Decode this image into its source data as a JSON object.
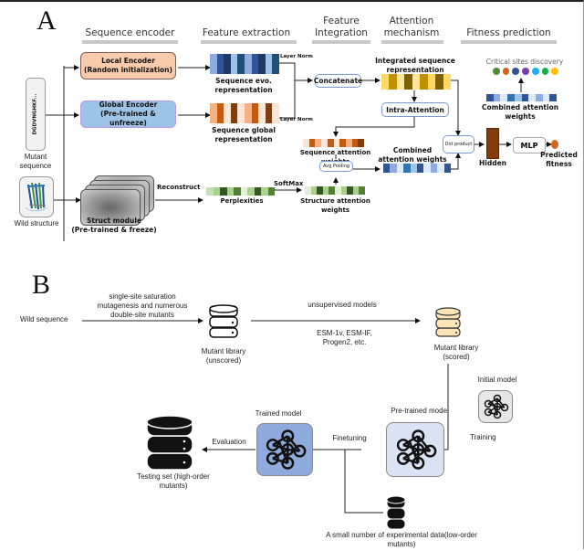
{
  "panel_a": {
    "letter": "A",
    "stages": [
      {
        "label": "Sequence encoder"
      },
      {
        "label": "Feature extraction"
      },
      {
        "label": "Feature Integration"
      },
      {
        "label": "Attention mechanism"
      },
      {
        "label": "Fitness prediction"
      }
    ],
    "inputs": {
      "sequence_text": "DGDVNGHKF...",
      "mutant_sequence_label": "Mutant sequence",
      "wild_structure_label": "Wild structure"
    },
    "local_encoder": {
      "title": "Local Encoder",
      "subtitle": "(Random initialization)"
    },
    "global_encoder": {
      "title": "Global Encoder",
      "subtitle": "(Pre-trained & unfreeze)"
    },
    "struct_module": {
      "title": "Struct module",
      "subtitle": "(Pre-trained & freeze)"
    },
    "seq_evo_label": "Sequence evo. representation",
    "seq_global_label": "Sequence global representation",
    "layer_norm_1": "Layer Norm",
    "layer_norm_2": "Layer Norm",
    "concatenate": "Concatenate",
    "integrated_label": "Integrated sequence representation",
    "intra_attention": "Intra-Attention",
    "seq_attention_label": "Sequence attention weights",
    "avg_pooling": "Avg Pooling",
    "combined_label": "Combined attention weights",
    "reconstruct": "Reconstruct",
    "perplexities": "Perplexities",
    "softmax": "SoftMax",
    "struct_attention_label": "Structure attention weights",
    "dot_product": "Dot product",
    "hidden": "Hidden",
    "mlp": "MLP",
    "predicted_fitness": "Predicted fitness",
    "critical_sites": "Critical sites discovery",
    "combined_label_top": "Combined attention weights",
    "critical_dot_colors": [
      "#4e8a3a",
      "#d8641a",
      "#2f5597",
      "#7a3ea6",
      "#1fb2ee",
      "#18b04a",
      "#ffc000"
    ],
    "colors": {
      "local_encoder_fill": "#f8cbad",
      "global_encoder_fill": "#9dc3e6",
      "node_border": "#7b9bd3",
      "hidden_fill": "#843c0c",
      "fitness_dot": "#d8641a"
    },
    "bars": {
      "seq_evo": [
        "#8faadc",
        "#2f5597",
        "#203864",
        "#9dc3e6",
        "#1f4e79",
        "#8faadc",
        "#2f5597",
        "#203864",
        "#9dc3e6",
        "#1f4e79"
      ],
      "seq_global": [
        "#f4b183",
        "#c55a11",
        "#fbe5d6",
        "#843c0c",
        "#fbe5d6",
        "#f4b183",
        "#c55a11",
        "#fbe5d6",
        "#843c0c",
        "#fbe5d6"
      ],
      "integrated": [
        "#ffd966",
        "#bf9000",
        "#ffe699",
        "#7f6000",
        "#ffe699",
        "#bf9000",
        "#ffd966",
        "#7f6000",
        "#ffd966"
      ],
      "seq_attention": [
        "#fbe5d6",
        "#c55a11",
        "#f4b183",
        "#fbe5d6",
        "#c55a11",
        "#fbe5d6",
        "#c55a11",
        "#f4b183",
        "#c55a11",
        "#843c0c"
      ],
      "combined_mid": [
        "#2f5597",
        "#8faadc",
        "#deebf7",
        "#2e75b6",
        "#9dc3e6",
        "#2f5597",
        "#deebf7",
        "#8faadc",
        "#deebf7",
        "#2f5597"
      ],
      "perplexities": [
        "#c5e0b4",
        "#a9d18e",
        "#375623",
        "#a9d18e",
        "#548235",
        "#e2f0d9",
        "#a9d18e",
        "#375623",
        "#a9d18e",
        "#548235"
      ],
      "struct_attention": [
        "#e2f0d9",
        "#a9d18e",
        "#375623",
        "#a9d18e",
        "#548235",
        "#e2f0d9",
        "#a9d18e",
        "#375623",
        "#a9d18e",
        "#548235"
      ],
      "combined_top": [
        "#2f5597",
        "#8faadc",
        "#deebf7",
        "#2e75b6",
        "#9dc3e6",
        "#2f5597",
        "#deebf7",
        "#8faadc",
        "#deebf7",
        "#2f5597"
      ]
    }
  },
  "panel_b": {
    "letter": "B",
    "wild_sequence": "Wild sequence",
    "mutagenesis_label": "single-site saturation mutagenesis and numerous double-site mutants",
    "mutant_library_unscored": "Mutant library (unscored)",
    "unsupervised_label": "unsupervised models",
    "models_list": "ESM-1v, ESM-IF, Progen2, etc.",
    "mutant_library_scored": "Mutant library (scored)",
    "initial_model": "Initial model",
    "training": "Training",
    "pretrained_model": "Pre-trained model",
    "finetuning": "Finetuning",
    "trained_model": "Trained model",
    "evaluation": "Evaluation",
    "testing_set": "Testing set (high-order mutants)",
    "experimental_data": "A small number of experimental data(low-order mutants)",
    "colors": {
      "scored_db_fill": "#fbe5b6",
      "trained_fill": "#8faadc",
      "pretrained_fill": "#dae3f3",
      "initial_fill": "#e7e6e6"
    }
  }
}
